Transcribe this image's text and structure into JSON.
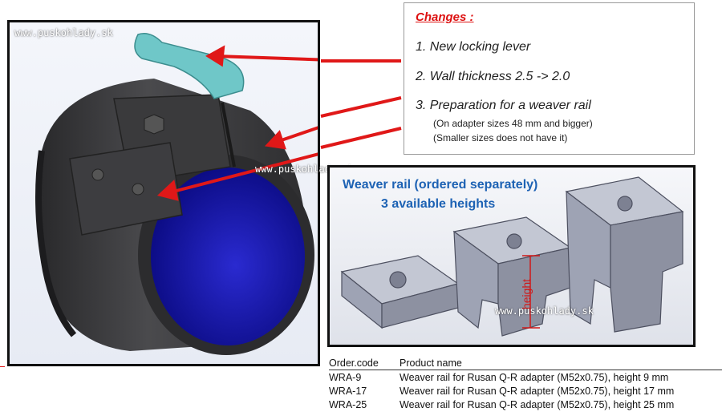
{
  "changes": {
    "title": "Changes :",
    "items": [
      "1. New locking lever",
      "2. Wall thickness 2.5 -> 2.0",
      "3. Preparation for a weaver rail"
    ],
    "notes": [
      "(On adapter sizes 48 mm and bigger)",
      "(Smaller sizes does not have it)"
    ]
  },
  "watermarks": {
    "top_left": "www.puskohlady.sk",
    "center": "www.puskohlady.sk",
    "rail": "www.puskohlady.sk"
  },
  "rail_panel": {
    "title_line1": "Weaver rail (ordered separately)",
    "title_line2": "3 available heights",
    "height_label": "height"
  },
  "order_table": {
    "headers": [
      "Order.code",
      "Product name"
    ],
    "rows": [
      [
        "WRA-9",
        "Weaver rail for Rusan Q-R adapter (M52x0.75), height 9 mm"
      ],
      [
        "WRA-17",
        "Weaver rail for Rusan Q-R adapter (M52x0.75), height 17 mm"
      ],
      [
        "WRA-25",
        "Weaver rail for Rusan Q-R adapter (M52x0.75), height 25 mm"
      ]
    ]
  },
  "colors": {
    "arrow": "#e01818",
    "lever": "#6fc7c8",
    "adapter_inner": "#1313b0",
    "adapter_body": "#3a3a3c",
    "title_blue": "#1d62b4",
    "changes_title": "#dd1111"
  }
}
